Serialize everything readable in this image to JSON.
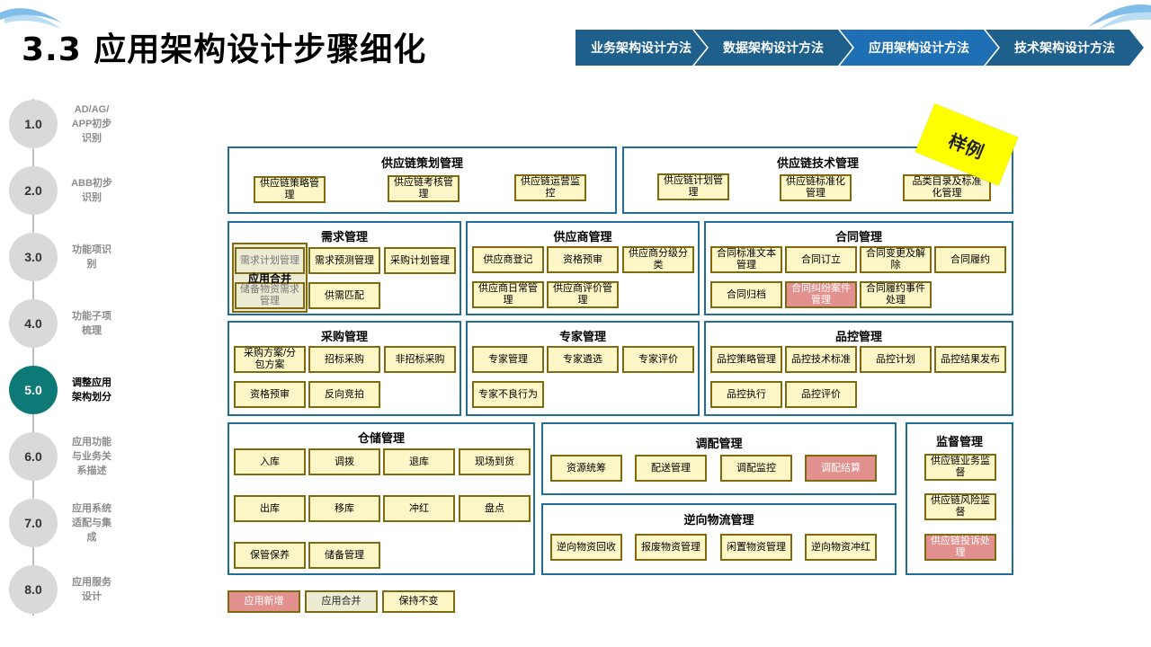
{
  "title": "3.3 应用架构设计步骤细化",
  "nav": [
    {
      "label": "业务架构设计方法",
      "color": "#1f5f8b"
    },
    {
      "label": "数据架构设计方法",
      "color": "#1f5f8b"
    },
    {
      "label": "应用架构设计方法",
      "color": "#1e6fb3"
    },
    {
      "label": "技术架构设计方法",
      "color": "#1f5f8b"
    }
  ],
  "steps": [
    {
      "num": "1.0",
      "label": "AD/AG/ APP初步识别"
    },
    {
      "num": "2.0",
      "label": "ABB初步识别"
    },
    {
      "num": "3.0",
      "label": "功能项识别"
    },
    {
      "num": "4.0",
      "label": "功能子项梳理"
    },
    {
      "num": "5.0",
      "label": "调整应用架构划分",
      "active": true
    },
    {
      "num": "6.0",
      "label": "应用功能与业务关系描述"
    },
    {
      "num": "7.0",
      "label": "应用系统适配与集成"
    },
    {
      "num": "8.0",
      "label": "应用服务设计"
    }
  ],
  "sample_label": "样例",
  "merge_label": "应用合并",
  "groups": {
    "plan": {
      "title": "供应链策划管理",
      "items": [
        "供应链策略管理",
        "供应链考核管理",
        "供应链运营监控"
      ]
    },
    "tech": {
      "title": "供应链技术管理",
      "items": [
        "供应链计划管理",
        "供应链标准化管理",
        "品类目录及标准化管理"
      ]
    },
    "demand": {
      "title": "需求管理",
      "items": [
        "需求计划管理",
        "需求预测管理",
        "采购计划管理",
        "储备物资需求管理",
        "供需匹配"
      ]
    },
    "supplier": {
      "title": "供应商管理",
      "items": [
        "供应商登记",
        "资格预审",
        "供应商分级分类",
        "供应商日常管理",
        "供应商评价管理"
      ]
    },
    "contract": {
      "title": "合同管理",
      "items": [
        "合同标准文本管理",
        "合同订立",
        "合同变更及解除",
        "合同履约",
        "合同归档",
        "合同纠纷案件管理",
        "合同履约事件处理"
      ]
    },
    "purchase": {
      "title": "采购管理",
      "items": [
        "采购方案/分包方案",
        "招标采购",
        "非招标采购",
        "资格预审",
        "反向竞拍"
      ]
    },
    "expert": {
      "title": "专家管理",
      "items": [
        "专家管理",
        "专家遴选",
        "专家评价",
        "专家不良行为"
      ]
    },
    "quality": {
      "title": "品控管理",
      "items": [
        "品控策略管理",
        "品控技术标准",
        "品控计划",
        "品控结果发布",
        "品控执行",
        "品控评价"
      ]
    },
    "storage": {
      "title": "仓储管理",
      "items": [
        "入库",
        "调拨",
        "退库",
        "现场到货",
        "出库",
        "移库",
        "冲红",
        "盘点",
        "保管保养",
        "储备管理"
      ]
    },
    "dispatch": {
      "title": "调配管理",
      "items": [
        "资源统筹",
        "配送管理",
        "调配监控",
        "调配结算"
      ]
    },
    "reverse": {
      "title": "逆向物流管理",
      "items": [
        "逆向物资回收",
        "报废物资管理",
        "闲置物资管理",
        "逆向物资冲红"
      ]
    },
    "supervise": {
      "title": "监督管理",
      "items": [
        "供应链业务监督",
        "供应链风险监督",
        "供应链投诉处理"
      ]
    }
  },
  "legend": [
    "应用新增",
    "应用合并",
    "保持不变"
  ],
  "colors": {
    "group_border": "#1f6e9a",
    "box_fill": "#fdf6c7",
    "box_border": "#7f6a10",
    "new_fill": "#e3918e",
    "merge_fill": "#ecebd3",
    "active_step": "#0e7a77"
  }
}
